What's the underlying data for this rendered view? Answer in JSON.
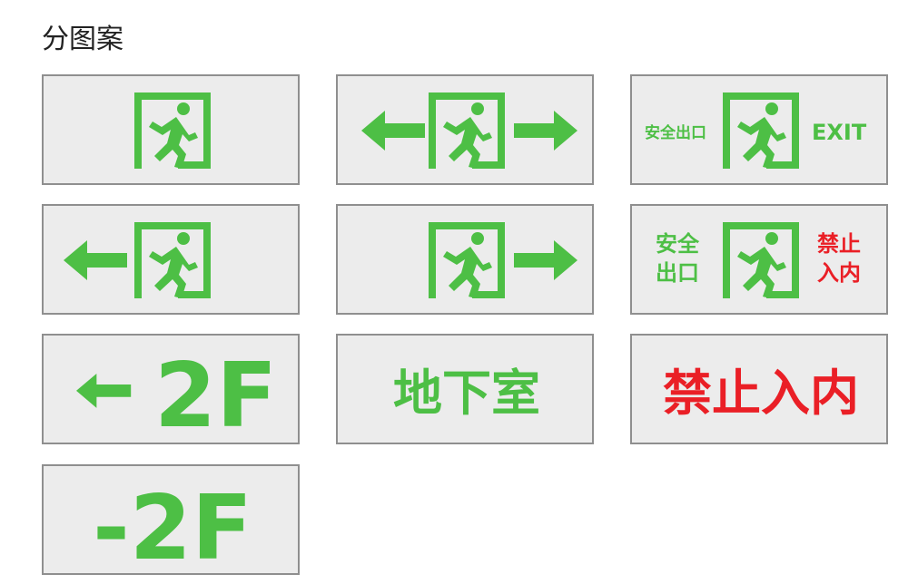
{
  "title": "分图案",
  "colors": {
    "green": "#4dbf45",
    "red": "#ea1f26",
    "panel_bg": "#ececec",
    "border": "#8f8f8f"
  },
  "signs": [
    {
      "icon": "running-man-exit-icon"
    },
    {
      "icon": "running-man-exit-icon",
      "arrows": [
        "left-arrow-icon",
        "right-arrow-icon"
      ]
    },
    {
      "icon": "running-man-exit-icon",
      "left_text": "安全出口",
      "right_text": "EXIT"
    },
    {
      "icon": "running-man-exit-icon",
      "arrows": [
        "left-arrow-icon"
      ]
    },
    {
      "icon": "running-man-exit-icon",
      "arrows": [
        "right-arrow-icon"
      ]
    },
    {
      "icon": "running-man-exit-icon",
      "left_text": [
        "安全",
        "出口"
      ],
      "right_text": [
        "禁止",
        "入内"
      ]
    },
    {
      "text": "2F",
      "arrows": [
        "left-arrow-icon"
      ]
    },
    {
      "text": "地下室"
    },
    {
      "text": "禁止入内"
    },
    {
      "text": "-2F"
    }
  ]
}
